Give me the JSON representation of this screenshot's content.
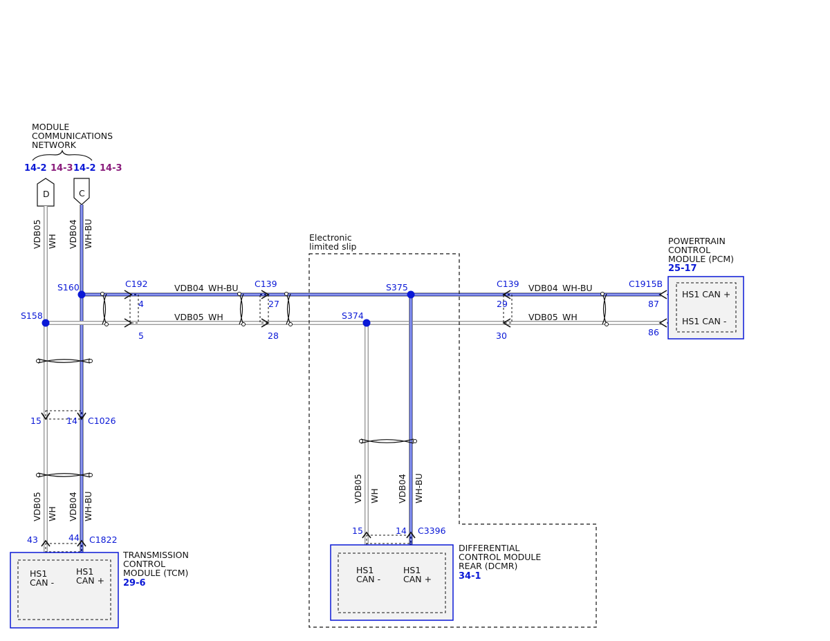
{
  "colors": {
    "blue": "#0a18d6",
    "purple": "#8a1c7c",
    "wire_outline": "#9a9a9a",
    "wire_blue": "#1a2fe0",
    "module_fill": "#f2f2f2"
  },
  "network": {
    "title_line1": "MODULE",
    "title_line2": "COMMUNICATIONS",
    "title_line3": "NETWORK",
    "refs": [
      "14-2",
      "14-3",
      "14-2",
      "14-3"
    ],
    "connector_d": "D",
    "connector_c": "C"
  },
  "splices": {
    "s160": "S160",
    "s158": "S158",
    "s375": "S375",
    "s374": "S374"
  },
  "connectors": {
    "c192": "C192",
    "c139_left": "C139",
    "c139_right": "C139",
    "c1915b": "C1915B",
    "c1026": "C1026",
    "c1822": "C1822",
    "c3396": "C3396"
  },
  "pins": {
    "c192_top": "4",
    "c192_bottom": "5",
    "c139_left_top": "27",
    "c139_left_bottom": "28",
    "c139_right_top": "29",
    "c139_right_bottom": "30",
    "pcm_top": "87",
    "pcm_bottom": "86",
    "c1026_left": "15",
    "c1026_right": "14",
    "c1822_left": "43",
    "c1822_right": "44",
    "c3396_left": "15",
    "c3396_right": "14"
  },
  "wires": {
    "vdb04": "VDB04",
    "vdb05": "VDB05",
    "wh_bu": "WH-BU",
    "wh": "WH"
  },
  "els": {
    "line1": "Electronic",
    "line2": "limited slip"
  },
  "pcm": {
    "line1": "POWERTRAIN",
    "line2": "CONTROL",
    "line3": "MODULE (PCM)",
    "ref": "25-17",
    "pin_top_label": "HS1 CAN +",
    "pin_bottom_label": "HS1 CAN -"
  },
  "tcm": {
    "line1": "TRANSMISSION",
    "line2": "CONTROL",
    "line3": "MODULE (TCM)",
    "ref": "29-6",
    "left_label_1": "HS1",
    "left_label_2": "CAN -",
    "right_label_1": "HS1",
    "right_label_2": "CAN +"
  },
  "dcmr": {
    "line1": "DIFFERENTIAL",
    "line2": "CONTROL MODULE",
    "line3": "REAR (DCMR)",
    "ref": "34-1",
    "left_label_1": "HS1",
    "left_label_2": "CAN -",
    "right_label_1": "HS1",
    "right_label_2": "CAN +"
  }
}
